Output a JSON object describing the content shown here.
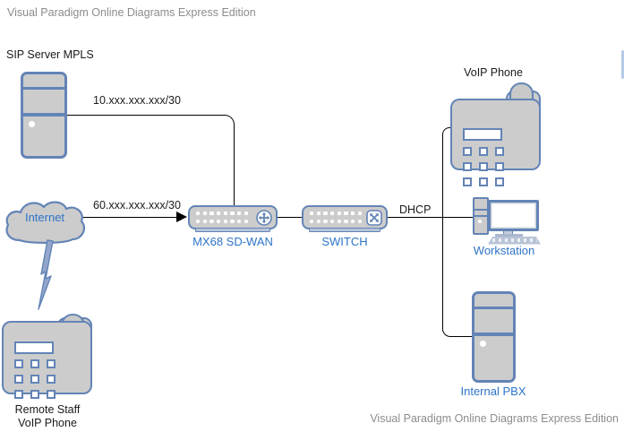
{
  "watermark": {
    "top": "Visual Paradigm Online Diagrams Express Edition",
    "bottom": "Visual Paradigm Online Diagrams Express Edition"
  },
  "connections": {
    "mpls_ip": "10.xxx.xxx.xxx/30",
    "internet_ip": "60.xxx.xxx.xxx/30",
    "dhcp": "DHCP"
  },
  "nodes": {
    "sip_server": {
      "label": "SIP Server MPLS"
    },
    "internet": {
      "label": "Internet"
    },
    "remote_phone": {
      "label_line1": "Remote Staff",
      "label_line2": "VoIP Phone"
    },
    "mx68": {
      "label": "MX68 SD-WAN"
    },
    "switch": {
      "label": "SWITCH"
    },
    "voip_phone": {
      "label": "VoIP Phone"
    },
    "workstation": {
      "label": "Workstation"
    },
    "internal_pbx": {
      "label": "Internal PBX"
    }
  },
  "colors": {
    "node_stroke": "#6384b6",
    "node_fill": "#cccccc",
    "label_blue": "#2e74c8",
    "text_dark": "#1a1a1a",
    "watermark_gray": "#8c8c8c",
    "connector": "#000000",
    "lightning_fill": "#93a7cb",
    "scrollbar": "#b5cbe6"
  }
}
